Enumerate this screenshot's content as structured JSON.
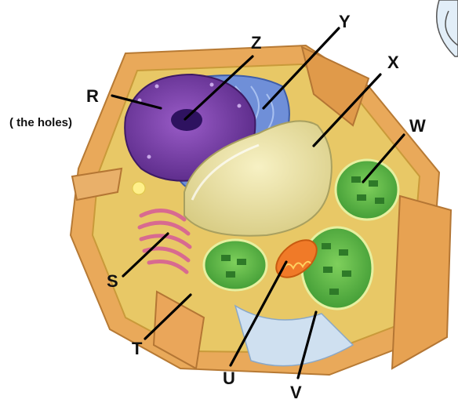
{
  "diagram": {
    "labels": {
      "R": "R",
      "R_note": "( the holes)",
      "S": "S",
      "T": "T",
      "U": "U",
      "V": "V",
      "W": "W",
      "X": "X",
      "Y": "Y",
      "Z": "Z"
    },
    "colors": {
      "cell_wall": "#e9a95a",
      "cell_wall_dark": "#c9823a",
      "cytoplasm": "#e8c866",
      "nucleus": "#7a3fa8",
      "nucleolus": "#3a1a70",
      "endoplasmic_reticulum": "#6f8fd8",
      "vacuole": "#efe7a8",
      "chloroplast": "#5cb84a",
      "golgi": "#e88aa8",
      "mitochondrion": "#f07a28",
      "cell_membrane": "#cfe0f0"
    }
  }
}
